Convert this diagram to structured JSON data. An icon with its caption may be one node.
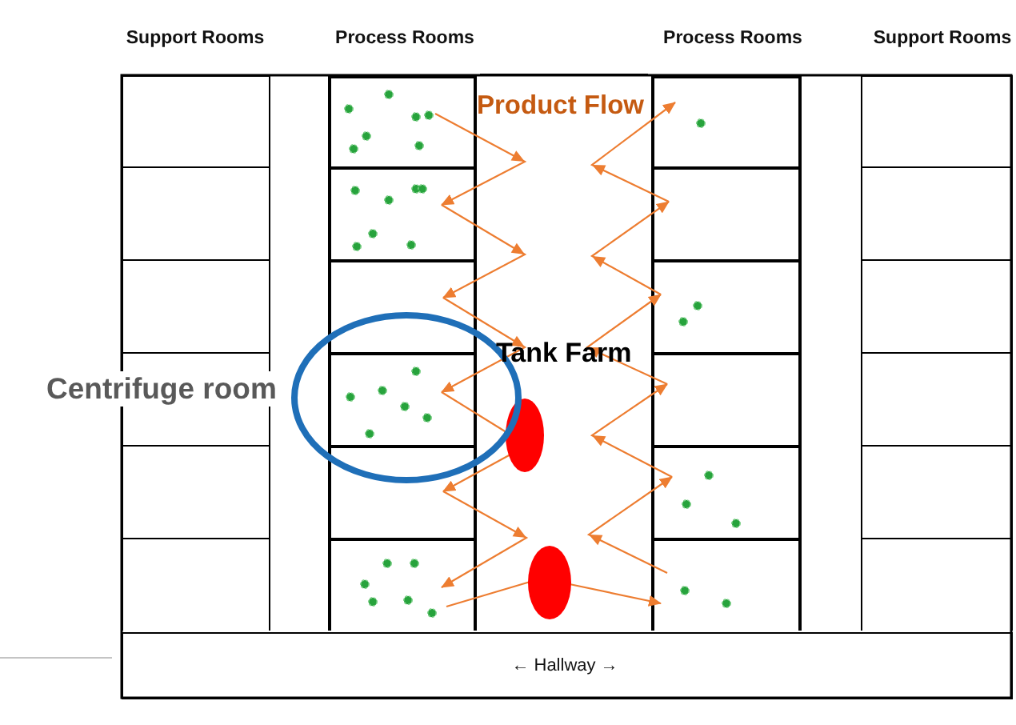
{
  "diagram": {
    "nodes": [
      {
        "text": [],
        "shape": "box"
      },
      {
        "text": [],
        "shape": "box"
      },
      {
        "text": [
          "Tank Farm"
        ]
      },
      {
        "text": [],
        "shape": "box"
      },
      {
        "text": [],
        "shape": "box"
      },
      {
        "text": [],
        "shape": "box"
      },
      {
        "text": [],
        "shape": "box"
      },
      {
        "text": [],
        "shape": "box"
      },
      {
        "text": [],
        "shape": "box"
      },
      {
        "text": [],
        "shape": "box"
      },
      {
        "text": [],
        "shape": "box"
      },
      {
        "text": [],
        "shape": "box"
      },
      {
        "text": [],
        "shape": "box"
      },
      {
        "text": [],
        "shape": "box"
      },
      {
        "text": [],
        "shape": "box"
      },
      {
        "text": [],
        "shape": "box"
      },
      {
        "text": [],
        "shape": "box"
      },
      {
        "text": [],
        "shape": "ellipse",
        "in": 2
      },
      {
        "text": [],
        "shape": "box"
      },
      {
        "text": [],
        "shape": "box"
      },
      {
        "text": [],
        "shape": "box"
      },
      {
        "text": [],
        "shape": "box"
      },
      {
        "text": [],
        "shape": "box"
      },
      {
        "text": [],
        "shape": "box"
      },
      {
        "text": [],
        "shape": "ellipse",
        "in": 2
      },
      {
        "text": [],
        "shape": "box"
      },
      {
        "text": [],
        "shape": "box"
      },
      {
        "text": [
          "← Hallway →"
        ]
      }
    ],
    "edges": [
      {
        "from": 1,
        "to": 6,
        "arrow": "to"
      },
      {
        "from": 6,
        "to": 10,
        "arrow": "to"
      },
      {
        "from": 10,
        "to": 14,
        "arrow": "to"
      },
      {
        "from": 14,
        "to": 17,
        "arrow": "none"
      },
      {
        "from": 17,
        "to": 19,
        "arrow": "to"
      },
      {
        "from": 19,
        "to": 23,
        "arrow": "to"
      },
      {
        "from": 23,
        "to": 24,
        "arrow": "none"
      },
      {
        "from": 24,
        "to": 25,
        "arrow": "to"
      },
      {
        "from": 25,
        "to": 20,
        "arrow": "to"
      },
      {
        "from": 20,
        "to": 15,
        "arrow": "to"
      },
      {
        "from": 15,
        "to": 11,
        "arrow": "to"
      },
      {
        "from": 11,
        "to": 7,
        "arrow": "to"
      },
      {
        "from": 7,
        "to": 3,
        "arrow": "to"
      }
    ],
    "labels": [
      "Support Rooms",
      "Process Rooms",
      "Process Rooms",
      "Support Rooms",
      "Product Flow",
      "Centrifuge room"
    ]
  }
}
